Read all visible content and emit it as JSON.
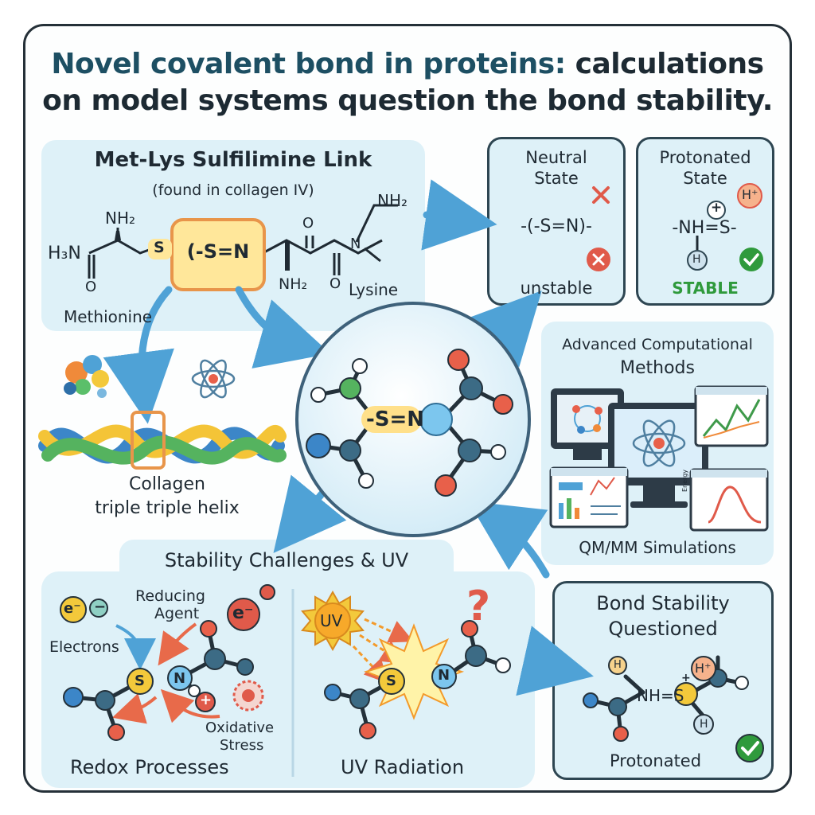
{
  "title": {
    "line1_part1": "Novel covalent bond in proteins:",
    "line1_part2": " calculations",
    "line2": "on model systems question the bond stability."
  },
  "sulfilimine": {
    "heading": "Met-Lys Sulfilimine Link",
    "subheading": "(found in collagen IV)",
    "bond": "-S=N",
    "h3n": "H₃N",
    "nh2_top": "NH₂",
    "nh2_bottom": "NH₂",
    "nh2_right": "NH₂",
    "o_left": "O",
    "o_top": "O",
    "o_bottom": "O",
    "s_label": "S",
    "n_label": "N",
    "methionine": "Methionine",
    "lysine": "Lysine"
  },
  "collagen": {
    "line1": "Collagen",
    "line2": "triple triple helix"
  },
  "center": {
    "bond": "-S=N"
  },
  "neutral": {
    "line1": "Neutral",
    "line2": "State",
    "formula": "-(-S=N)-",
    "status": "unstable"
  },
  "protonated": {
    "line1": "Protonated",
    "line2": "State",
    "formula": "-NH=S-",
    "plus": "+",
    "h_plus": "H⁺",
    "h": "H",
    "status": "STABLE"
  },
  "computational": {
    "line1": "Advanced Computational",
    "line2": "Methods",
    "energy": "Energy",
    "footer": "QM/MM Simulations"
  },
  "stability": {
    "heading": "Stability Challenges & UV",
    "e1": "e⁻",
    "minus": "−",
    "e2": "e⁻",
    "reducing1": "Reducing",
    "reducing2": "Agent",
    "electrons": "Electrons",
    "s": "S",
    "n": "N",
    "plus": "+",
    "oxidative1": "Oxidative",
    "oxidative2": "Stress",
    "redox": "Redox Processes",
    "uv": "UV",
    "question": "?",
    "uv_s": "S",
    "uv_n": "N",
    "uv_label": "UV Radiation"
  },
  "questioned": {
    "line1": "Bond Stability",
    "line2": "Questioned",
    "h": "H",
    "h_plus": "H⁺",
    "plus": "+",
    "formula": "NH=S",
    "h2": "H",
    "footer": "Protonated"
  },
  "colors": {
    "panel": "#def1f8",
    "title_blue": "#1d4f63",
    "highlight": "#ffe79a",
    "stable_green": "#2f9a3c",
    "unstable_red": "#e05a4a",
    "arrow": "#4fa2d6"
  }
}
